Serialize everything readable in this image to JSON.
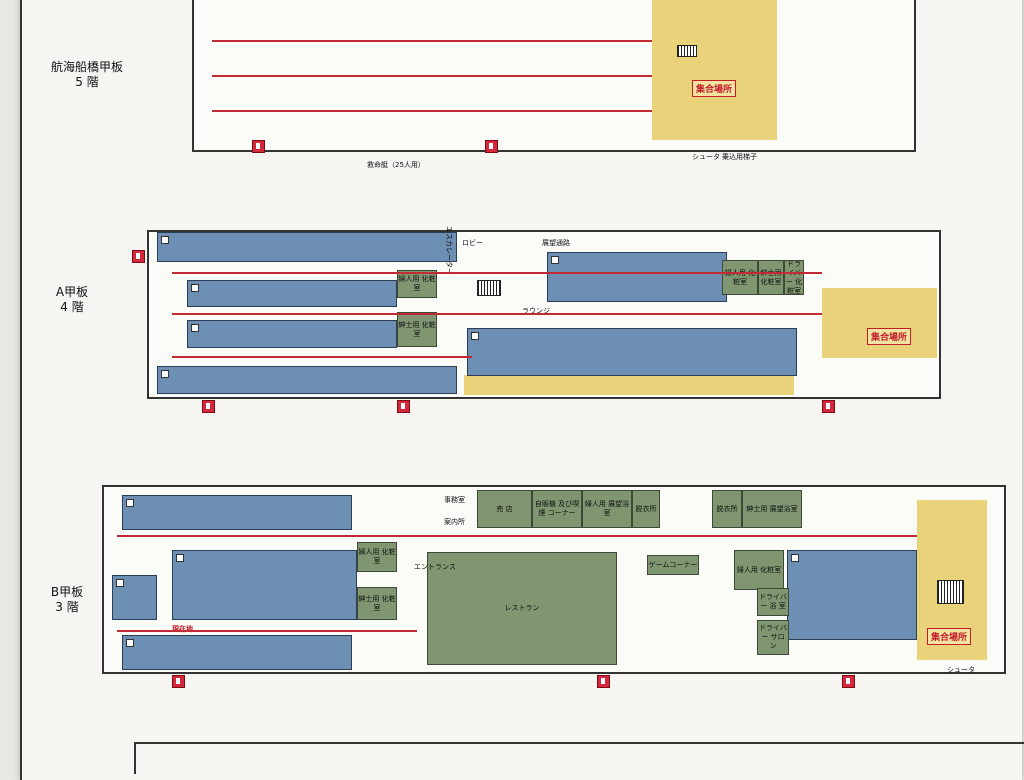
{
  "decks": {
    "deck5": {
      "name": "航海船橋甲板",
      "floor": "5 階"
    },
    "deckA": {
      "name": "A甲板",
      "floor": "4 階"
    },
    "deckB": {
      "name": "B甲板",
      "floor": "3 階"
    }
  },
  "labels": {
    "assembly": "集合場所",
    "lifeboat": "救命艇（25人用）",
    "chute": "シュータ",
    "boarding_ladder": "乗込用梯子",
    "lobby": "ロビー",
    "corridor": "展望通路",
    "lounge": "ラウンジ",
    "entrance": "エントランス",
    "info": "案内所",
    "office": "事務室",
    "shop": "売 店",
    "vending": "自販機 及び喫煙 コーナー",
    "ladies_bath": "婦人用 展望浴室",
    "dressing": "脱衣所",
    "game": "ゲームコーナー",
    "restaurant": "レストラン",
    "ladies_wc": "婦人用 化粧室",
    "mens_wc": "紳士用 化粧室",
    "mens_bath": "紳士用 展望浴室",
    "driver_wc": "ドライバー 化粧室",
    "driver_bath": "ドライバー 浴 室",
    "driver_salon": "ドライバー サロン",
    "driver_bath2": "ドライバー 浴室",
    "you_are_here": "現在地",
    "smoking": "喫煙",
    "escalator": "エスカレーター",
    "dressing2": "脱衣所"
  }
}
